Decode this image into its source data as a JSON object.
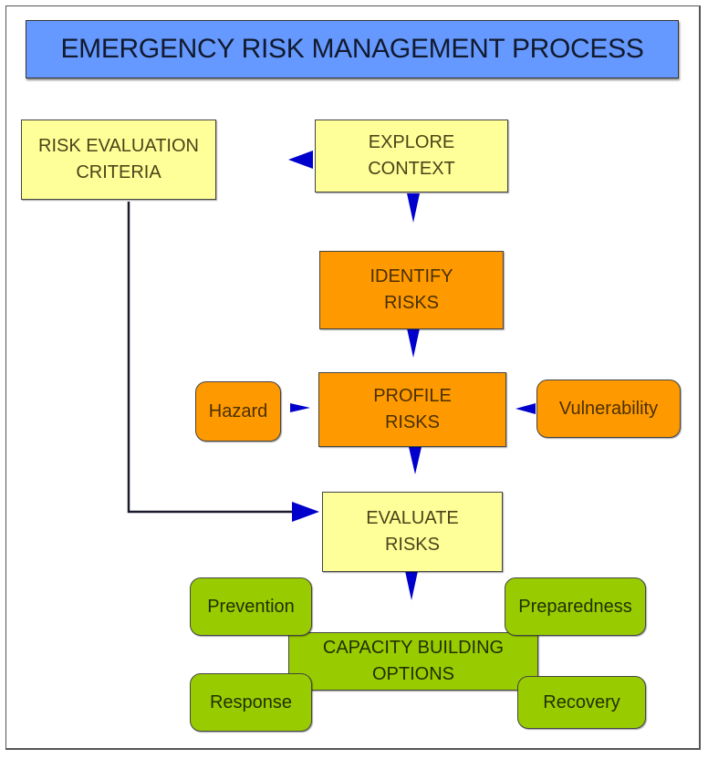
{
  "title": "EMERGENCY RISK MANAGEMENT PROCESS",
  "colors": {
    "title_bg": "#6699ff",
    "process_yellow": "#ffff99",
    "process_orange": "#ff9900",
    "option_green": "#99cc00",
    "arrow": "#0000cc"
  },
  "nodes": {
    "risk_evaluation_criteria": "RISK EVALUATION\nCRITERIA",
    "explore_context": "EXPLORE\nCONTEXT",
    "identify_risks": "IDENTIFY\nRISKS",
    "profile_risks": "PROFILE\nRISKS",
    "hazard": "Hazard",
    "vulnerability": "Vulnerability",
    "evaluate_risks": "EVALUATE\nRISKS",
    "capacity_building_options": "CAPACITY BUILDING\nOPTIONS",
    "prevention": "Prevention",
    "preparedness": "Preparedness",
    "response": "Response",
    "recovery": "Recovery"
  },
  "edges": [
    {
      "from": "explore_context",
      "to": "risk_evaluation_criteria"
    },
    {
      "from": "explore_context",
      "to": "identify_risks"
    },
    {
      "from": "identify_risks",
      "to": "profile_risks"
    },
    {
      "from": "hazard",
      "to": "profile_risks"
    },
    {
      "from": "vulnerability",
      "to": "profile_risks"
    },
    {
      "from": "profile_risks",
      "to": "evaluate_risks"
    },
    {
      "from": "risk_evaluation_criteria",
      "to": "evaluate_risks"
    },
    {
      "from": "evaluate_risks",
      "to": "capacity_building_options"
    }
  ]
}
